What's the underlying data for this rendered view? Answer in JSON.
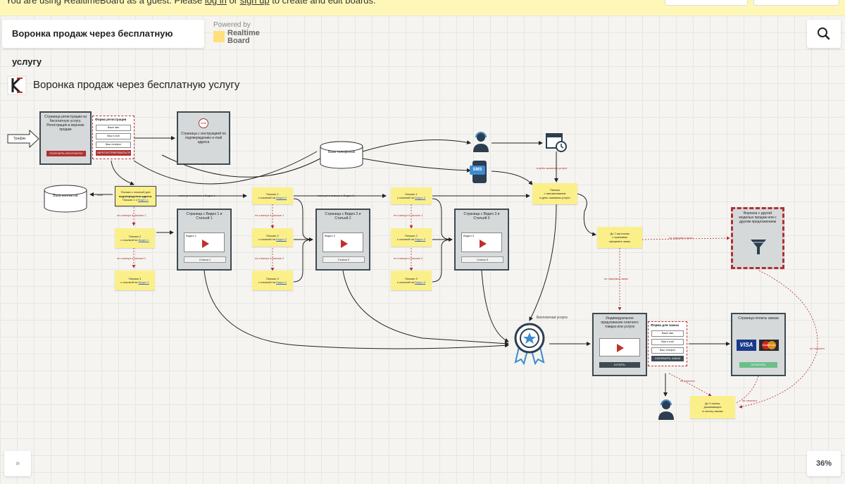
{
  "banner": {
    "text_before": "You are using RealtimeBoard as a guest. Please ",
    "login": "log in",
    "or": " or ",
    "signup": "sign up",
    "text_after": " to create and edit boards."
  },
  "header": {
    "board_name": "Воронка продаж через бесплатную услугу",
    "powered_by": "Powered by",
    "brand_line1": "Realtime",
    "brand_line2": "Board"
  },
  "footer": {
    "collapse_label": "»",
    "zoom": "36%"
  },
  "board": {
    "title": "Воронка продаж через бесплатную услугу",
    "traffic": "Трафик",
    "reg_page": {
      "title": "Страница регистрации на бесплатную услугу. Регистрация в воронке продаж",
      "button": "ПОЛУЧИТЬ БЕСПЛАТНО"
    },
    "reg_form": {
      "title": "Форма регистрации",
      "f1": "Ваше имя",
      "f2": "Ваш e-mail",
      "f3": "Ваш телефон",
      "button": "ЗАРЕГИСТРИРОВАТЬСЯ"
    },
    "confirm_page": {
      "badge": "STOP",
      "title": "Страница с инструкцией по подтверждению e-mail адреса"
    },
    "phones_db": "База телефонов",
    "contacts_db": "База контактов",
    "click": "клик",
    "letter_confirm": {
      "line1": "Письмо с ссылкой для",
      "line2": "подтверждения адреса.",
      "line3": "Письмо 1 с",
      "link": "Видео 1"
    },
    "clicked_1": "кликнул в письме с Видео 1",
    "clicked_2": "кликнул в письме с Видео 2",
    "not_clicked_1": "не кликнул в письме 1",
    "not_clicked_2": "не кликнул в письме 2",
    "col1": [
      {
        "line1": "Письмо 2",
        "line2": "с ссылкой на",
        "link": "Видео 1"
      },
      {
        "line1": "Письмо 3",
        "line2": "с ссылкой на",
        "link": "Видео 1"
      }
    ],
    "col2": [
      {
        "line1": "Письмо 1",
        "line2": "с ссылкой на",
        "link": "Видео 2"
      },
      {
        "line1": "Письмо 2",
        "line2": "с ссылкой на",
        "link": "Видео 2"
      },
      {
        "line1": "Письмо 3",
        "line2": "с ссылкой на",
        "link": "Видео 2"
      }
    ],
    "col3": [
      {
        "line1": "Письмо 1",
        "line2": "с ссылкой на",
        "link": "Видео 3"
      },
      {
        "line1": "Письмо 2",
        "line2": "с ссылкой на",
        "link": "Видео 3"
      },
      {
        "line1": "Письмо 3",
        "line2": "с ссылкой на",
        "link": "Видео 3"
      }
    ],
    "video_pages": [
      {
        "title": "Страница с Видео 1 и Статьей 1",
        "video": "Видео 1",
        "article": "Статья 1"
      },
      {
        "title": "Страница с Видео 2 и Статьей 2",
        "video": "Видео 2",
        "article": "Статья 2"
      },
      {
        "title": "Страница с Видео 3 и Статьей 3",
        "video": "Видео 3",
        "article": "Статья 3"
      }
    ],
    "sms": "SMS",
    "service_day": "в день оказания услуги",
    "reminder": {
      "line1": "Письмо",
      "line2": "с напоминанием",
      "line3": "в день оказания услуги"
    },
    "offer_letters": {
      "line1": "До 7-ми писем",
      "line2": "с призывом",
      "line3": "оформить заказ"
    },
    "not_ordered": "не оформил заказ",
    "other_funnel": "Воронка с другой моделью продаж или с другим предложением",
    "free_service": "Бесплатная услуга",
    "product_page": {
      "title": "Индивидуальное предложение платного товара или услуги",
      "button": "КУПИТЬ"
    },
    "order_form": {
      "title": "Форма для заказа",
      "f1": "Ваше имя",
      "f2": "Ваш e-mail",
      "f3": "Ваш телефон",
      "button": "ОФОРМИТЬ ЗАКАЗ"
    },
    "payment_page": {
      "title": "Страница оплаты заказа",
      "visa": "VISA",
      "mc": "MasterCard",
      "button": "ОПЛАТИТЬ"
    },
    "not_paid": "не оплатил",
    "pay_letters": {
      "line1": "До 3 писем,",
      "line2": "дожимающих",
      "line3": "в оплату заказа"
    }
  }
}
